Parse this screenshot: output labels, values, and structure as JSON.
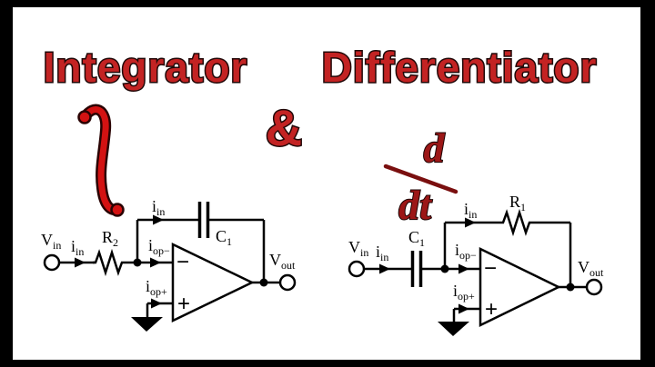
{
  "frame": {
    "bar_color": "#000000",
    "content_bg": "#ffffff"
  },
  "colors": {
    "title_fill": "#c32323",
    "title_outline": "#200808",
    "integral_red": "#d31212",
    "integral_outline": "#2a0303",
    "derivative_fill": "#9c1717",
    "derivative_outline": "#1b0404",
    "fraction_bar": "#7a0f0f",
    "circuit_line": "#000000"
  },
  "titles": {
    "integrator": "Integrator",
    "ampersand": "&",
    "differentiator": "Differentiator"
  },
  "symbols": {
    "integral": "∫",
    "derivative_numerator": "d",
    "derivative_denominator": "dt"
  },
  "integrator_circuit": {
    "vin": {
      "main": "V",
      "sub": "in"
    },
    "iin": {
      "main": "i",
      "sub": "in"
    },
    "resistor": {
      "main": "R",
      "sub": "2"
    },
    "iop_minus": {
      "main": "i",
      "sub": "op−"
    },
    "iop_plus": {
      "main": "i",
      "sub": "op+"
    },
    "ifb": {
      "main": "i",
      "sub": "in"
    },
    "capacitor": {
      "main": "C",
      "sub": "1"
    },
    "vout": {
      "main": "V",
      "sub": "out"
    },
    "opamp_minus": "−",
    "opamp_plus": "+"
  },
  "differentiator_circuit": {
    "vin": {
      "main": "V",
      "sub": "in"
    },
    "iin": {
      "main": "i",
      "sub": "in"
    },
    "capacitor": {
      "main": "C",
      "sub": "1"
    },
    "iop_minus": {
      "main": "i",
      "sub": "op−"
    },
    "iop_plus": {
      "main": "i",
      "sub": "op+"
    },
    "ifb": {
      "main": "i",
      "sub": "in"
    },
    "resistor": {
      "main": "R",
      "sub": "1"
    },
    "vout": {
      "main": "V",
      "sub": "out"
    },
    "opamp_minus": "−",
    "opamp_plus": "+"
  }
}
